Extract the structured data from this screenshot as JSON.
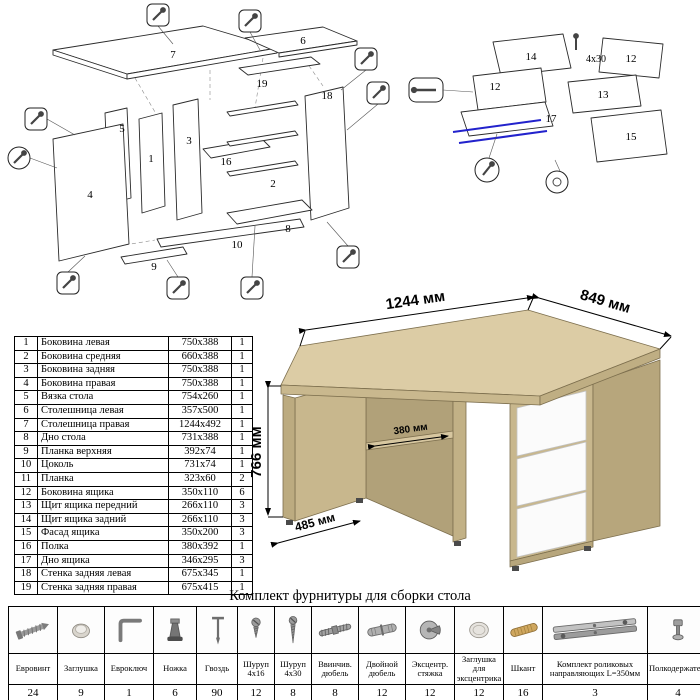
{
  "diagram_left": {
    "labels": [
      "7",
      "6",
      "19",
      "18",
      "5",
      "1",
      "3",
      "16",
      "2",
      "8",
      "10",
      "4",
      "9"
    ]
  },
  "diagram_right": {
    "labels": [
      "14",
      "12",
      "12",
      "13",
      "17",
      "15"
    ],
    "screw_note": "4x30"
  },
  "desk": {
    "dims": {
      "width": "1244 мм",
      "depth": "849 мм",
      "height": "766 мм",
      "shelf": "380 мм",
      "front": "485 мм"
    }
  },
  "parts_table": {
    "rows": [
      {
        "num": "1",
        "name": "Боковина левая",
        "size": "750x388",
        "qty": "1"
      },
      {
        "num": "2",
        "name": "Боковина средняя",
        "size": "660x388",
        "qty": "1"
      },
      {
        "num": "3",
        "name": "Боковина задняя",
        "size": "750x388",
        "qty": "1"
      },
      {
        "num": "4",
        "name": "Боковина правая",
        "size": "750x388",
        "qty": "1"
      },
      {
        "num": "5",
        "name": "Вязка стола",
        "size": "754x260",
        "qty": "1"
      },
      {
        "num": "6",
        "name": "Столешница левая",
        "size": "357x500",
        "qty": "1"
      },
      {
        "num": "7",
        "name": "Столешница правая",
        "size": "1244x492",
        "qty": "1"
      },
      {
        "num": "8",
        "name": "Дно стола",
        "size": "731x388",
        "qty": "1"
      },
      {
        "num": "9",
        "name": "Планка верхняя",
        "size": "392x74",
        "qty": "1"
      },
      {
        "num": "10",
        "name": "Цоколь",
        "size": "731x74",
        "qty": "1"
      },
      {
        "num": "11",
        "name": "Планка",
        "size": "323x60",
        "qty": "2"
      },
      {
        "num": "12",
        "name": "Боковина ящика",
        "size": "350x110",
        "qty": "6"
      },
      {
        "num": "13",
        "name": "Щит ящика передний",
        "size": "266x110",
        "qty": "3"
      },
      {
        "num": "14",
        "name": "Щит ящика задний",
        "size": "266x110",
        "qty": "3"
      },
      {
        "num": "15",
        "name": "Фасад ящика",
        "size": "350x200",
        "qty": "3"
      },
      {
        "num": "16",
        "name": "Полка",
        "size": "380x392",
        "qty": "1"
      },
      {
        "num": "17",
        "name": "Дно ящика",
        "size": "346x295",
        "qty": "3"
      },
      {
        "num": "18",
        "name": "Стенка задняя левая",
        "size": "675x345",
        "qty": "1"
      },
      {
        "num": "19",
        "name": "Стенка задняя правая",
        "size": "675x415",
        "qty": "1"
      }
    ]
  },
  "hardware": {
    "title": "Комплект фурнитуры для сборки стола",
    "items": [
      {
        "name": "Евровинт",
        "qty": "24",
        "icon": "confirmat-screw-icon"
      },
      {
        "name": "Заглушка",
        "qty": "9",
        "icon": "cap-icon"
      },
      {
        "name": "Евроключ",
        "qty": "1",
        "icon": "hex-key-icon"
      },
      {
        "name": "Ножка",
        "qty": "6",
        "icon": "furniture-leg-icon"
      },
      {
        "name": "Гвоздь",
        "qty": "90",
        "icon": "nail-icon"
      },
      {
        "name": "Шуруп 4x16",
        "qty": "12",
        "icon": "screw-small-icon"
      },
      {
        "name": "Шуруп 4x30",
        "qty": "8",
        "icon": "screw-large-icon"
      },
      {
        "name": "Ввинчив. дюбель",
        "qty": "8",
        "icon": "screw-in-dowel-icon"
      },
      {
        "name": "Двойной дюбель",
        "qty": "12",
        "icon": "double-dowel-icon"
      },
      {
        "name": "Эксцентр. стяжка",
        "qty": "12",
        "icon": "cam-lock-icon"
      },
      {
        "name": "Заглушка для эксцентрика",
        "qty": "12",
        "icon": "cam-cap-icon"
      },
      {
        "name": "Шкант",
        "qty": "16",
        "icon": "wooden-dowel-icon"
      },
      {
        "name": "Комплект роликовых направляющих L=350мм",
        "qty": "3",
        "icon": "drawer-slide-icon"
      },
      {
        "name": "Полкодержатель",
        "qty": "4",
        "icon": "shelf-pin-icon"
      }
    ]
  }
}
